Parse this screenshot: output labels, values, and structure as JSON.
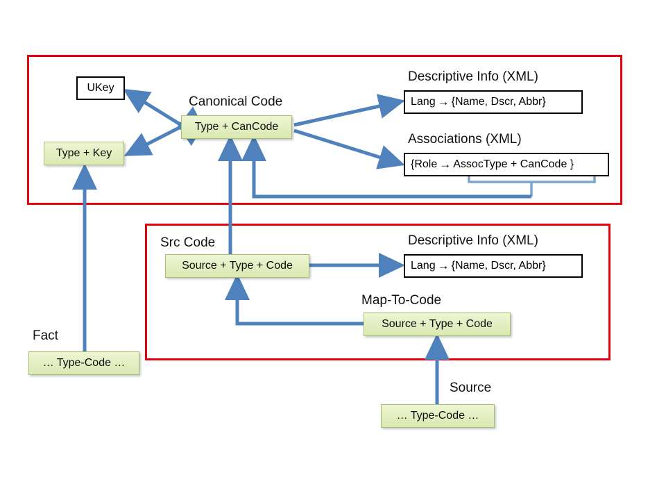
{
  "diagram": {
    "title_caption_canonical": "Canonical Code",
    "panels": [
      {
        "name": "canonical-panel",
        "color": "#E8000D"
      },
      {
        "name": "source-panel",
        "color": "#E8000D"
      }
    ],
    "captions": {
      "canonical_code": "Canonical Code",
      "descriptive_info_top": "Descriptive Info (XML)",
      "associations": "Associations (XML)",
      "src_code": "Src Code",
      "descriptive_info_mid": "Descriptive Info (XML)",
      "map_to_code": "Map-To-Code",
      "fact": "Fact",
      "source": "Source"
    },
    "nodes": {
      "ukey": "UKey",
      "type_key": "Type + Key",
      "type_cancode": "Type + CanCode",
      "descriptive_top_pre": "Lang",
      "descriptive_top_arrow": "→",
      "descriptive_top_post": "{Name, Dscr, Abbr}",
      "associations_pre": "{Role",
      "associations_arrow": "→",
      "associations_post": "AssocType + CanCode }",
      "src_code_box": "Source + Type + Code",
      "descriptive_mid_pre": "Lang",
      "descriptive_mid_arrow": "→",
      "descriptive_mid_post": "{Name, Dscr, Abbr}",
      "map_to_code_box": "Source + Type + Code",
      "fact_box": "…  Type-Code  …",
      "source_box": "…  Type-Code  …"
    },
    "colors": {
      "panel_border": "#E8000D",
      "connector": "#4F81BD",
      "node_fill": "#E2EEC0",
      "node_border": "#A8BF72",
      "text": "#000000"
    }
  }
}
